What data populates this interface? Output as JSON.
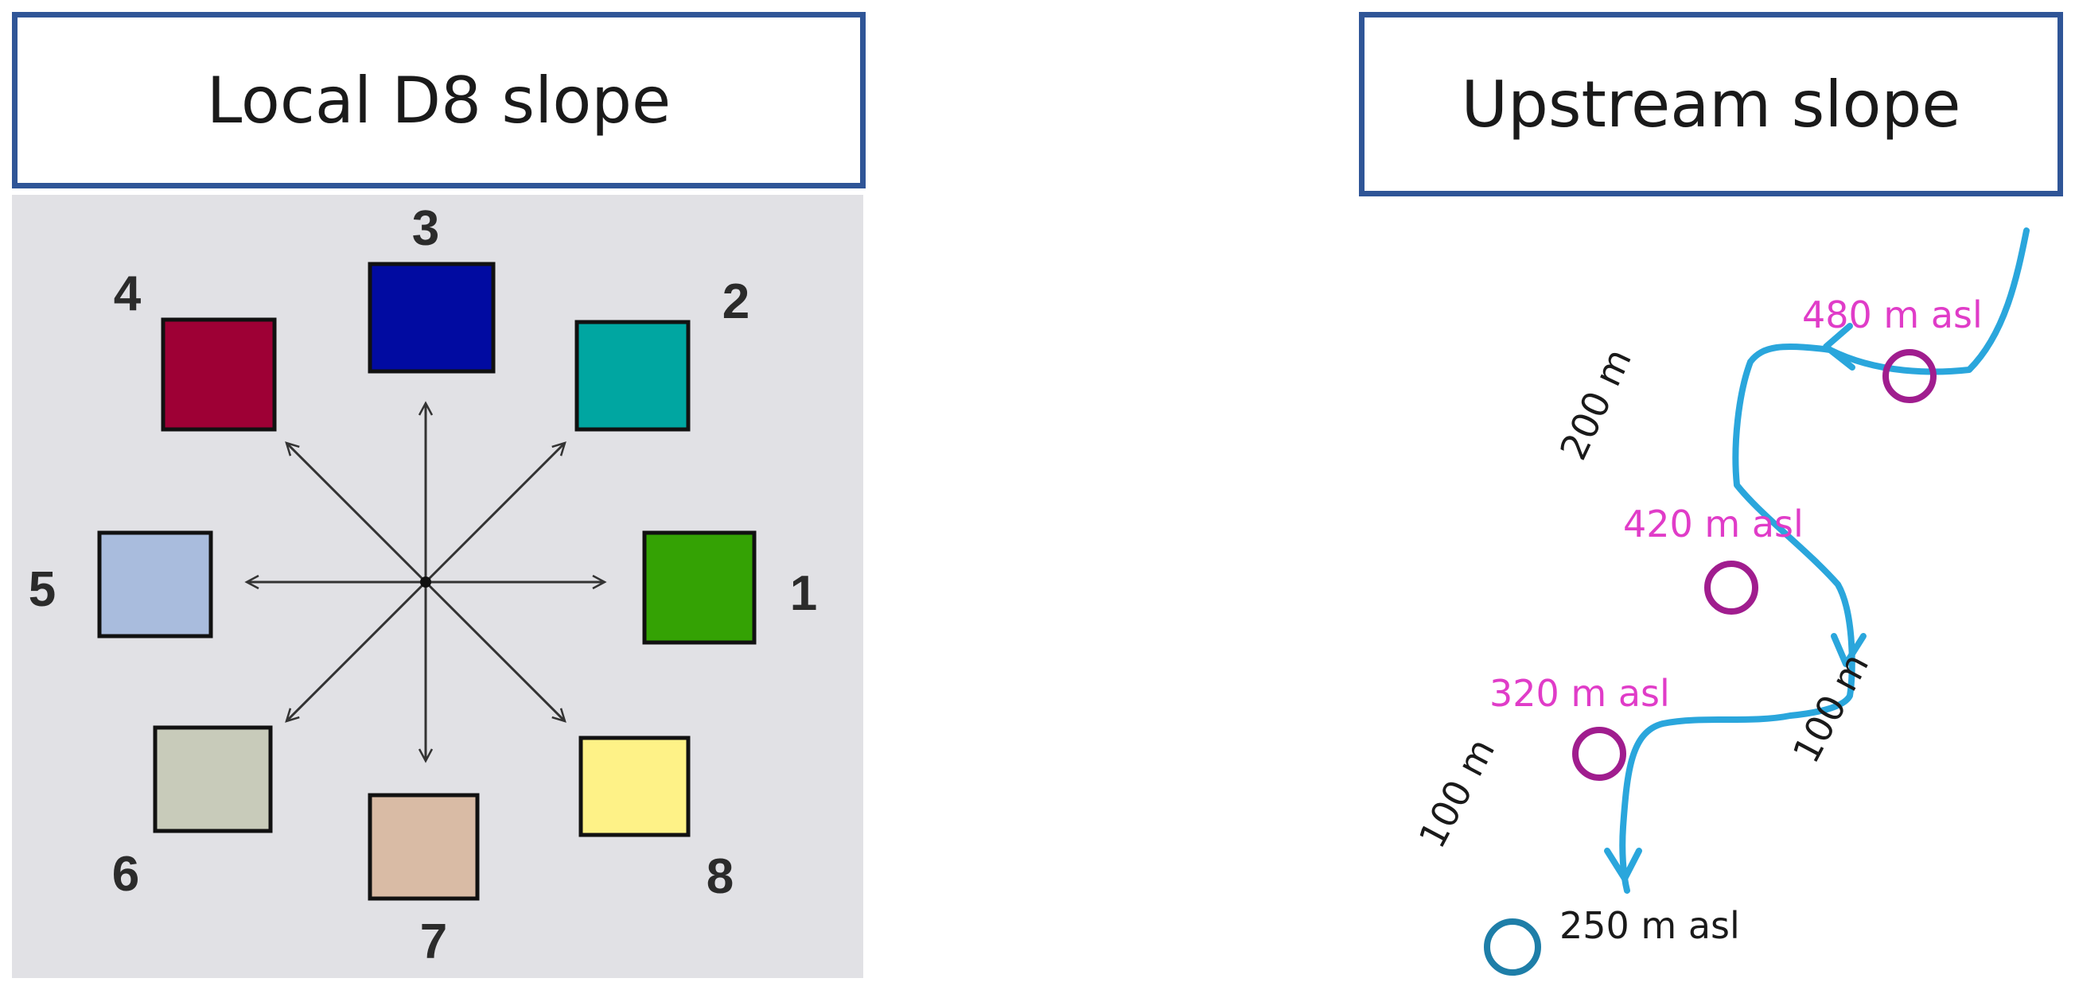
{
  "left_panel": {
    "title": "Local D8 slope",
    "directions": [
      {
        "code": "1",
        "color": "#34a204"
      },
      {
        "code": "2",
        "color": "#00a6a1"
      },
      {
        "code": "3",
        "color": "#010ba1"
      },
      {
        "code": "4",
        "color": "#9e0035"
      },
      {
        "code": "5",
        "color": "#a9bcdd"
      },
      {
        "code": "6",
        "color": "#c8cbba"
      },
      {
        "code": "7",
        "color": "#d9bba5"
      },
      {
        "code": "8",
        "color": "#fef287"
      }
    ]
  },
  "right_panel": {
    "title": "Upstream slope",
    "stream_color": "#2aa6dc",
    "point_color": "#a01d8e",
    "outlet_color": "#1e7ea8",
    "elevation_label_color": "#e03cc8",
    "elevations": {
      "top": "480 m asl",
      "upper_middle": "420 m asl",
      "lower_middle": "320 m asl",
      "outlet": "250 m asl"
    },
    "segment_lengths": {
      "top": "200 m",
      "middle": "100 m",
      "bottom": "100 m"
    }
  }
}
